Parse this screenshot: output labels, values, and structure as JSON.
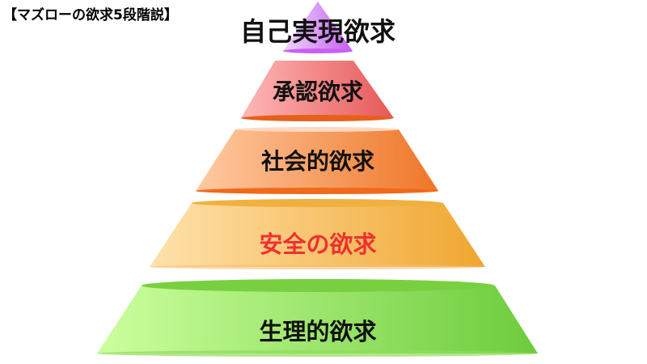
{
  "title": "【マズローの欲求5段階説】",
  "levels": [
    {
      "label": "自己実現欲求",
      "color_light": "#eecbff",
      "color_dark": "#c860f0",
      "text_color": "#111111"
    },
    {
      "label": "承認欲求",
      "color_light": "#ffb5b5",
      "color_dark": "#e85a5a",
      "text_color": "#111111"
    },
    {
      "label": "社会的欲求",
      "color_light": "#ffc9a0",
      "color_dark": "#ef7a2a",
      "text_color": "#111111"
    },
    {
      "label": "安全の欲求",
      "color_light": "#ffe0a8",
      "color_dark": "#f0a830",
      "text_color": "#f03030"
    },
    {
      "label": "生理的欲求",
      "color_light": "#c8ff9a",
      "color_dark": "#70d040",
      "text_color": "#111111"
    }
  ]
}
